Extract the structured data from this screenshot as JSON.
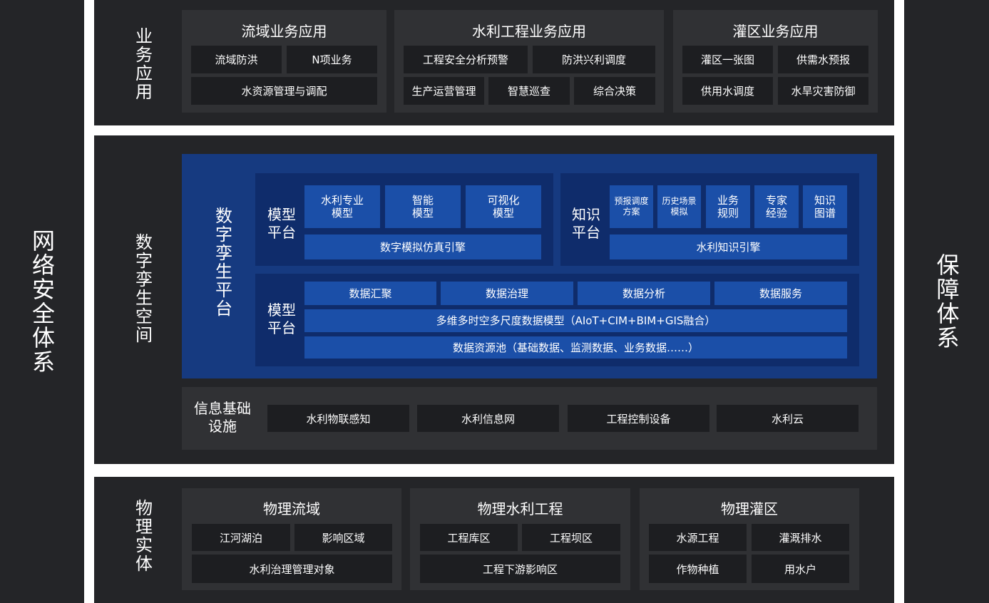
{
  "left_side": "网络安全体系",
  "right_side": "保障体系",
  "business": {
    "label": "业务应用",
    "groups": [
      {
        "title": "流域业务应用",
        "items": [
          "流域防洪",
          "N项业务",
          "水资源管理与调配"
        ]
      },
      {
        "title": "水利工程业务应用",
        "items": [
          "工程安全分析预警",
          "防洪兴利调度",
          "生产运营管理",
          "智慧巡查",
          "综合决策"
        ]
      },
      {
        "title": "灌区业务应用",
        "items": [
          "灌区一张图",
          "供需水预报",
          "供用水调度",
          "水旱灾害防御"
        ]
      }
    ]
  },
  "twin_space": {
    "label": "数字孪生空间",
    "platform_label": "数字孪生平台",
    "model_platform": {
      "label": "模型平台",
      "items": [
        "水利专业模型",
        "智能模型",
        "可视化模型"
      ],
      "engine": "数字模拟仿真引擎"
    },
    "knowledge_platform": {
      "label": "知识平台",
      "items": [
        "预报调度方案",
        "历史场景模拟",
        "业务规则",
        "专家经验",
        "知识图谱"
      ],
      "engine": "水利知识引擎"
    },
    "data_platform": {
      "label": "模型平台",
      "items": [
        "数据汇聚",
        "数据治理",
        "数据分析",
        "数据服务"
      ],
      "model": "多维多时空多尺度数据模型（AIoT+CIM+BIM+GIS融合）",
      "pool": "数据资源池（基础数据、监测数据、业务数据……）"
    },
    "infrastructure": {
      "label": "信息基础设施",
      "items": [
        "水利物联感知",
        "水利信息网",
        "工程控制设备",
        "水利云"
      ]
    }
  },
  "physical": {
    "label": "物理实体",
    "groups": [
      {
        "title": "物理流域",
        "items": [
          "江河湖泊",
          "影响区域",
          "水利治理管理对象"
        ]
      },
      {
        "title": "物理水利工程",
        "items": [
          "工程库区",
          "工程坝区",
          "工程下游影响区"
        ]
      },
      {
        "title": "物理灌区",
        "items": [
          "水源工程",
          "灌溉排水",
          "作物种植",
          "用水户"
        ]
      }
    ]
  }
}
